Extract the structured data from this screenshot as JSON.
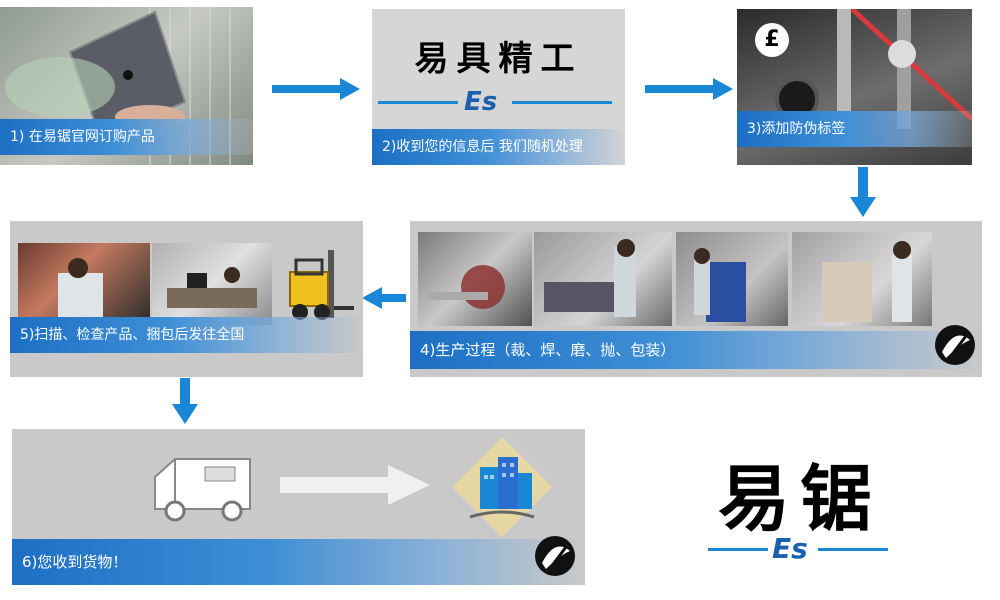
{
  "steps": [
    {
      "label": "1) 在易锯官网订购产品"
    },
    {
      "label": "2)收到您的信息后 我们随机处理"
    },
    {
      "label": "3)添加防伪标签"
    },
    {
      "label": "4)生产过程（裁、焊、磨、抛、包装）"
    },
    {
      "label": "5)扫描、检查产品、捆包后发往全国"
    },
    {
      "label": "6)您收到货物！"
    }
  ],
  "brand": {
    "sign_text": "易具精工",
    "es_mark": "Es",
    "logo_text": "易锯",
    "label_icon_text": "£"
  },
  "colors": {
    "arrow": "#1a86d6",
    "caption": "#2a7fcf",
    "panel": "#c9c9c9"
  }
}
